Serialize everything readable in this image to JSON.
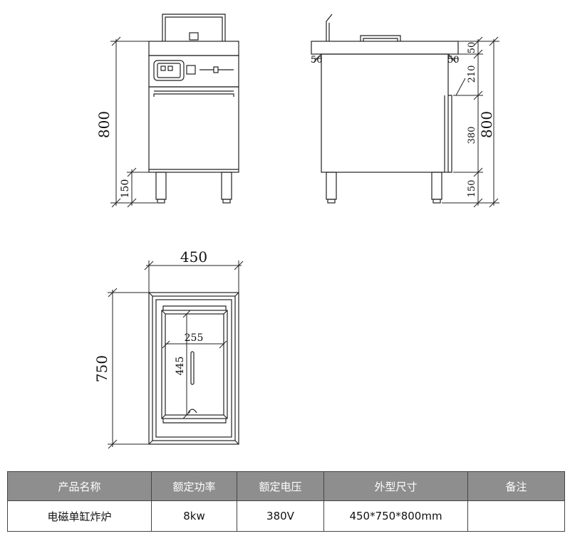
{
  "dimensions": {
    "front": {
      "height_total": "800",
      "leg_height": "150"
    },
    "side": {
      "top_band": "50",
      "left_offset": "50",
      "right_offset": "50",
      "panel": "210",
      "door": "380",
      "leg_height": "150",
      "height_total": "800"
    },
    "top": {
      "width": "450",
      "depth": "750",
      "tank_width": "255",
      "tank_depth": "445"
    }
  },
  "spec_table": {
    "headers": [
      "产品名称",
      "额定功率",
      "额定电压",
      "外型尺寸",
      "备注"
    ],
    "row": [
      "电磁单缸炸炉",
      "8kw",
      "380V",
      "450*750*800mm",
      ""
    ]
  },
  "colors": {
    "line": "#222222",
    "header_bg": "#8e8e8e",
    "header_text": "#ffffff"
  }
}
